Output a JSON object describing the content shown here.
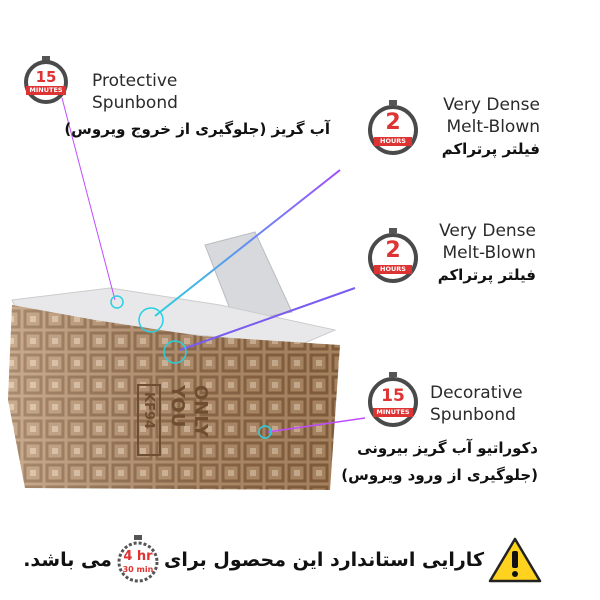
{
  "layers": [
    {
      "timer": {
        "value": "15",
        "unit": "MINUTES"
      },
      "title_en": [
        "Protective",
        "Spunbond"
      ],
      "title_fa": [
        "آب گریز (جلوگیری از خروج ویروس)"
      ]
    },
    {
      "timer": {
        "value": "2",
        "unit": "HOURS"
      },
      "title_en": [
        "Very Dense",
        "Melt-Blown"
      ],
      "title_fa": [
        "فیلتر پرتراکم"
      ]
    },
    {
      "timer": {
        "value": "2",
        "unit": "HOURS"
      },
      "title_en": [
        "Very Dense",
        "Melt-Blown"
      ],
      "title_fa": [
        "فیلتر پرتراکم"
      ]
    },
    {
      "timer": {
        "value": "15",
        "unit": "MINUTES"
      },
      "title_en": [
        "Decorative",
        "Spunbond"
      ],
      "title_fa": [
        "دکوراتیو آب گریز بیرونی",
        "(جلوگیری از ورود ویروس)"
      ]
    }
  ],
  "mask": {
    "print_text": [
      "ONLY",
      "YOU"
    ],
    "model": "KF94"
  },
  "notice": {
    "icon": "warning-icon",
    "before": "کارایی استاندارد این محصول برای",
    "timer": {
      "value": "4 hr",
      "sub": "30 min"
    },
    "after": "می باشد."
  },
  "colors": {
    "accent_red": "#d33",
    "line_cyan": "#2ad0e0",
    "line_purple": "#a04cff",
    "warning_yellow": "#ffd21f"
  }
}
